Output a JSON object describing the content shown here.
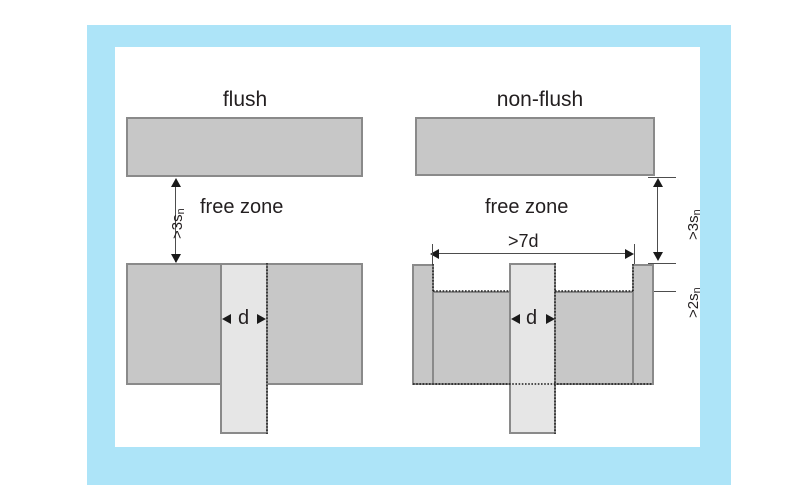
{
  "figure": {
    "background_color": "#ffffff",
    "frame_color": "#ade4f8",
    "canvas_color": "#ffffff",
    "block_fill": "#c7c7c7",
    "block_stroke": "#8a8a8a",
    "bar_fill": "#e6e6e6",
    "line_color": "#4d4d4d",
    "text_color": "#231f20"
  },
  "left": {
    "title": "flush",
    "free_zone_label": "free zone",
    "vertical_dim": {
      "prefix": ">3s",
      "subscript": "n"
    },
    "diameter_label": "d"
  },
  "right": {
    "title": "non-flush",
    "free_zone_label": "free zone",
    "width_dim": ">7d",
    "vertical_dim": {
      "prefix": ">3s",
      "subscript": "n"
    },
    "recess_dim": {
      "prefix": ">2s",
      "subscript": "n"
    },
    "diameter_label": "d"
  }
}
